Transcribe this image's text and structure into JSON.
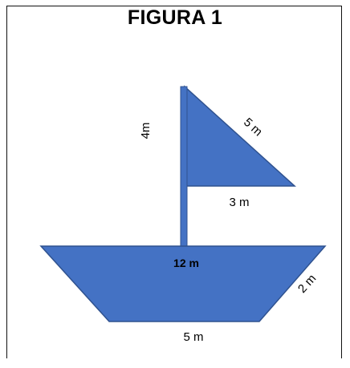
{
  "title": "FIGURA 1",
  "colors": {
    "shape_fill": "#4472C4",
    "shape_stroke": "#2F528F",
    "text": "#000000",
    "border": "#111111"
  },
  "labels": {
    "mast_height": "4m",
    "sail_hypotenuse": "5 m",
    "sail_base": "3 m",
    "hull_top": "12 m",
    "hull_side": "2 m",
    "hull_bottom": "5 m"
  }
}
